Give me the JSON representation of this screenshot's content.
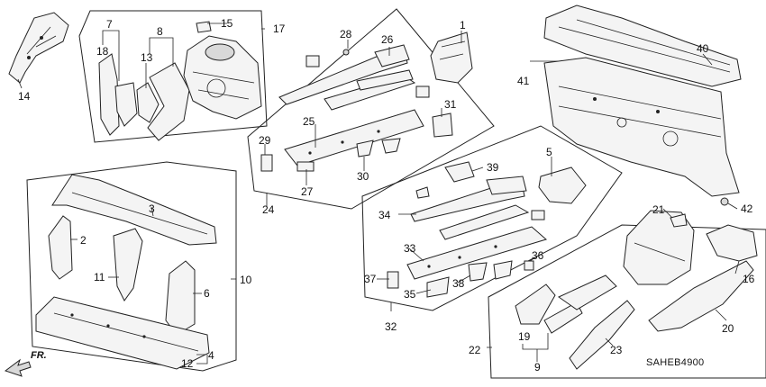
{
  "diagram": {
    "code": "SAHEB4900",
    "direction_label": "FR.",
    "callouts": [
      "1",
      "2",
      "3",
      "4",
      "5",
      "6",
      "7",
      "8",
      "9",
      "10",
      "11",
      "12",
      "13",
      "14",
      "15",
      "16",
      "17",
      "18",
      "19",
      "20",
      "21",
      "22",
      "23",
      "24",
      "25",
      "26",
      "27",
      "28",
      "29",
      "30",
      "31",
      "32",
      "33",
      "34",
      "35",
      "36",
      "37",
      "38",
      "39",
      "40",
      "41",
      "42"
    ],
    "label_12": "12",
    "label_19": "19"
  }
}
